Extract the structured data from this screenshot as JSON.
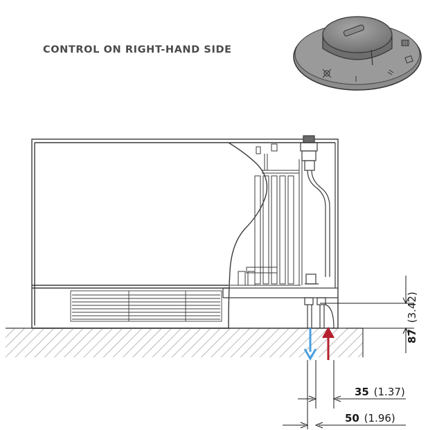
{
  "title": "CONTROL ON RIGHT-HAND SIDE",
  "dimensions": {
    "height": {
      "value": "87",
      "alt": "(3.42)"
    },
    "pipe_spacing": {
      "value": "35",
      "alt": "(1.37)"
    },
    "pipe_offset": {
      "value": "50",
      "alt": "(1.96)"
    }
  },
  "colors": {
    "outflow_arrow": "#4a9fe0",
    "inflow_arrow": "#b5202e",
    "line": "#3a3a3a",
    "floor_hatch": "#9a9a9a",
    "knob_fill": "#8a8a8a",
    "knob_dark": "#6a6a6a"
  },
  "icons": [
    "control-knob-icon",
    "outflow-arrow-icon",
    "inflow-arrow-icon"
  ]
}
